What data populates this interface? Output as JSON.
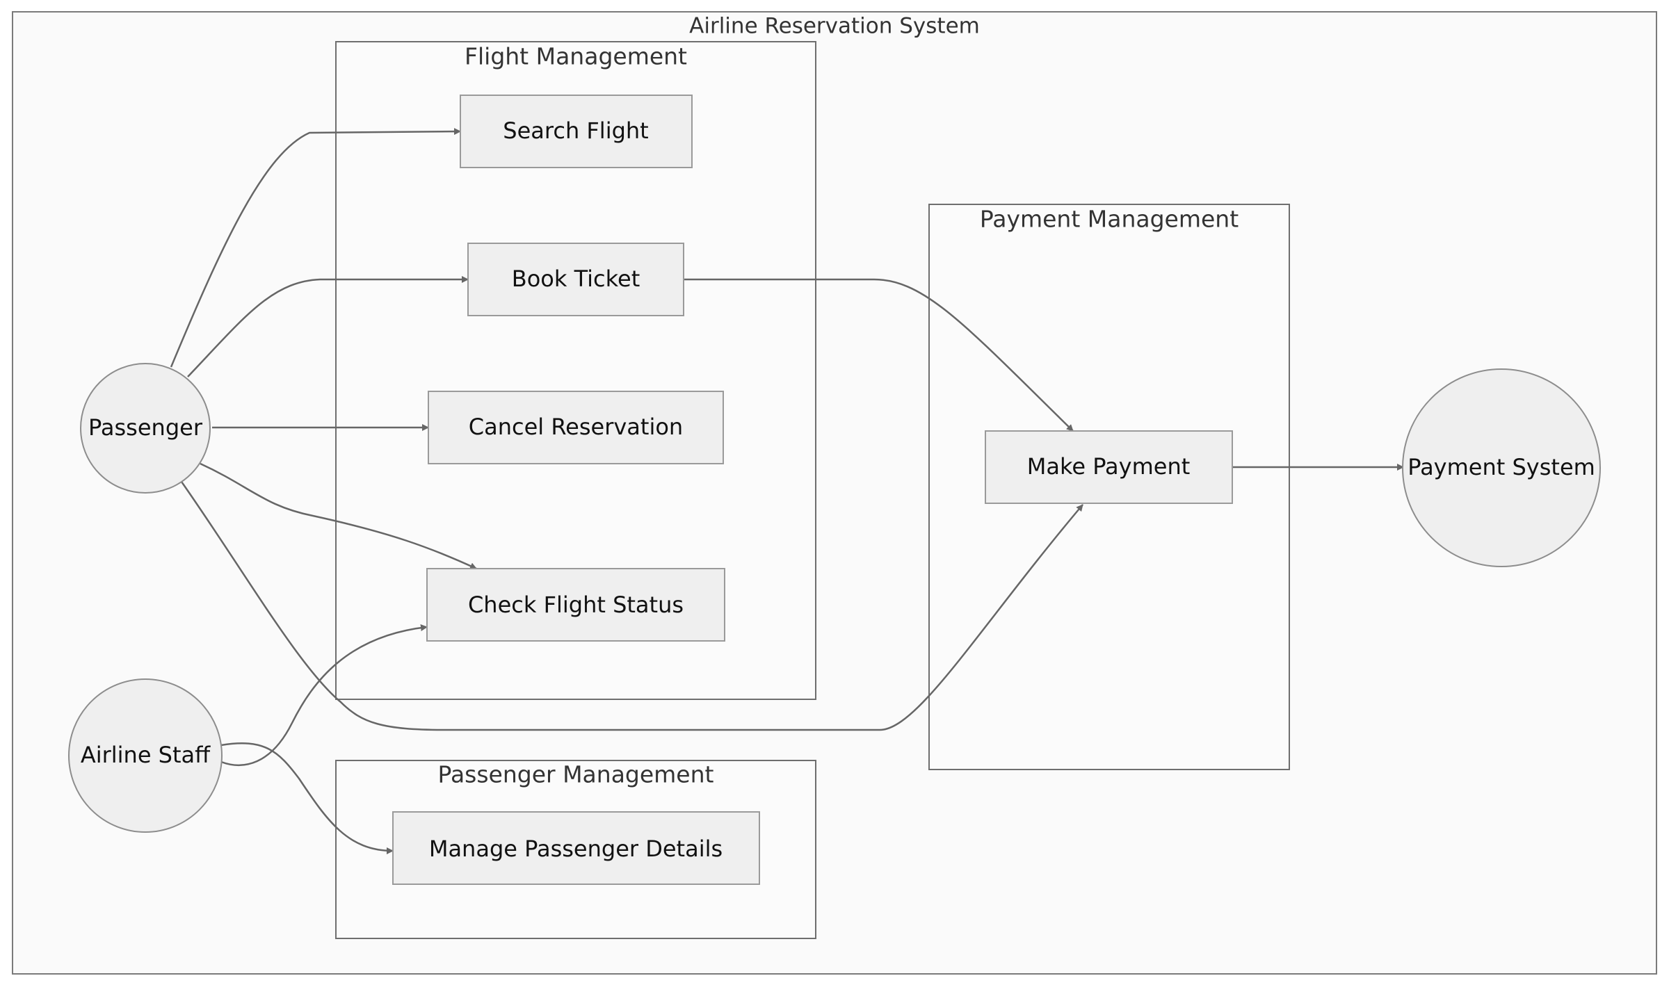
{
  "diagram": {
    "title": "Airline Reservation System",
    "groups": {
      "flight_management": "Flight Management",
      "payment_management": "Payment Management",
      "passenger_management": "Passenger Management"
    },
    "actors": {
      "passenger": "Passenger",
      "airline_staff": "Airline Staff",
      "payment_system": "Payment System"
    },
    "use_cases": {
      "search_flight": "Search Flight",
      "book_ticket": "Book Ticket",
      "cancel_reservation": "Cancel Reservation",
      "check_flight_status": "Check Flight Status",
      "make_payment": "Make Payment",
      "manage_passenger_details": "Manage Passenger Details"
    },
    "colors": {
      "node_fill": "#efefef",
      "node_stroke": "#9a9a9a",
      "edge": "#666666",
      "frame": "#7a7a7a"
    }
  }
}
